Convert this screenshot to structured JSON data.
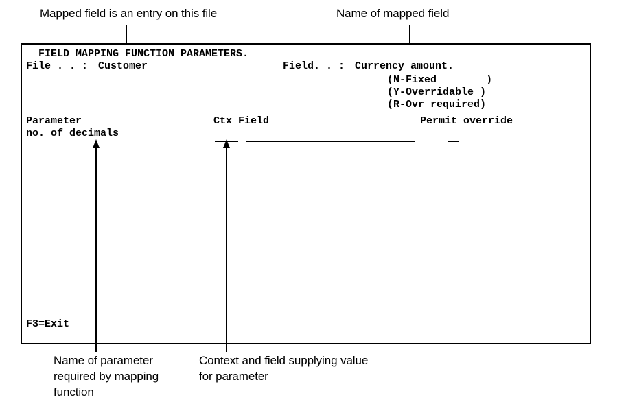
{
  "annotations": [
    {
      "id": "mapped-field-file",
      "text": "Mapped field is an entry on this file"
    },
    {
      "id": "mapped-field-name",
      "text": "Name of mapped field"
    },
    {
      "id": "parameter-name",
      "text": "Name of parameter\nrequired by mapping\nfunction"
    },
    {
      "id": "context-and-field",
      "text": "Context and field supplying value\nfor parameter"
    }
  ],
  "terminal": {
    "title": "  FIELD MAPPING FUNCTION PARAMETERS.",
    "file_label": "File . . : ",
    "file_value": "Customer",
    "field_label": "Field. . : ",
    "field_value": "Currency amount.",
    "override_legend": [
      "(N-Fixed        )",
      "(Y-Overridable )",
      "(R-Ovr required)"
    ],
    "col_parameter": "Parameter",
    "col_ctx_field": "Ctx Field",
    "col_permit_override": "Permit override",
    "row_parameter_value": "no. of decimals",
    "input_ctx_value": "",
    "input_field_value": "",
    "input_permit_value": "",
    "function_keys": "F3=Exit"
  },
  "colors": {
    "ink": "#000000",
    "paper": "#ffffff"
  }
}
